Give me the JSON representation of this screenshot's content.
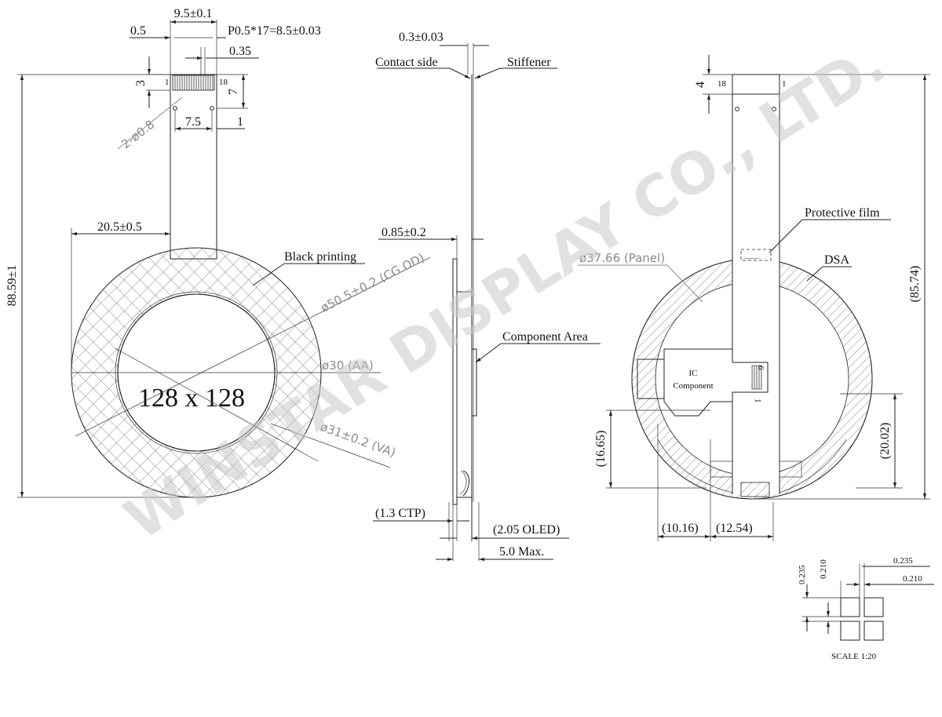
{
  "watermark": "WINSTAR DISPLAY CO., LTD.",
  "front_view": {
    "resolution": "128 x 128",
    "fpc_width": "9.5±0.1",
    "pitch": "P0.5*17=8.5±0.03",
    "edge_offset": "0.5",
    "pad_width": "0.35",
    "pad_height": "3",
    "stiffener_height": "7",
    "pin_first": "1",
    "pin_last": "18",
    "holes": "2-ø0.8",
    "hole_spacing": "7.5",
    "hole_edge": "1",
    "fpc_offset": "20.5±0.5",
    "overall_height": "88.59±1",
    "black_printing": "Black printing",
    "cg_od": "ø50.5±0.2 (CG OD)",
    "aa": "ø30 (AA)",
    "va": "ø31±0.2 (VA)"
  },
  "side_view": {
    "stiffener_thickness": "0.3±0.03",
    "contact_side": "Contact side",
    "stiffener": "Stiffener",
    "fpc_thickness": "0.85±0.2",
    "component_area": "Component Area",
    "ctp": "(1.3 CTP)",
    "oled": "(2.05 OLED)",
    "max_thickness": "5.0 Max."
  },
  "back_view": {
    "tail_height": "4",
    "pin_first": "1",
    "pin_last": "18",
    "protective_film": "Protective film",
    "panel": "ø37.66 (Panel)",
    "dsa": "DSA",
    "ic_line1": "IC",
    "ic_line2": "Component",
    "ic_pin_first": "1",
    "ic_pin_last": "6",
    "overall": "(85.74)",
    "dim_16_65": "(16.65)",
    "dim_20_02": "(20.02)",
    "dim_10_16": "(10.16)",
    "dim_12_54": "(12.54)"
  },
  "detail": {
    "v1": "0.235",
    "v2": "0.210",
    "h1": "0.235",
    "h2": "0.210",
    "scale": "SCALE 1:20"
  }
}
